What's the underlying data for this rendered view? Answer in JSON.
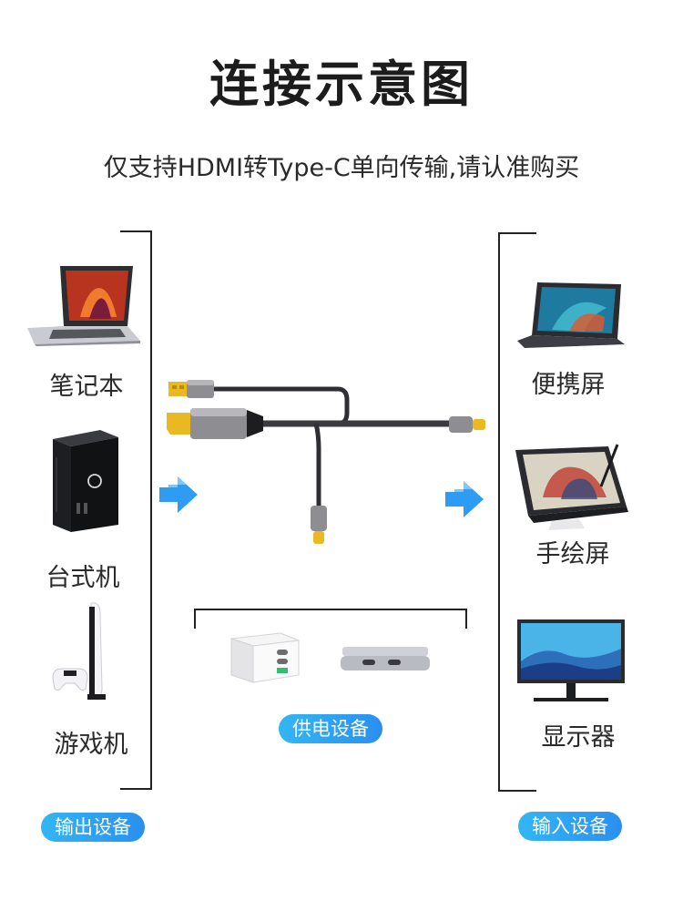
{
  "title": "连接示意图",
  "subtitle": "仅支持HDMI转Type-C单向传输,请认准购买",
  "left": {
    "items": [
      {
        "label": "笔记本",
        "icon": "laptop-icon"
      },
      {
        "label": "台式机",
        "icon": "desktop-tower-icon"
      },
      {
        "label": "游戏机",
        "icon": "game-console-icon"
      }
    ],
    "badge": "输出设备"
  },
  "right": {
    "items": [
      {
        "label": "便携屏",
        "icon": "tablet-monitor-icon"
      },
      {
        "label": "手绘屏",
        "icon": "drawing-display-icon"
      },
      {
        "label": "显示器",
        "icon": "monitor-icon"
      }
    ],
    "badge": "输入设备"
  },
  "power": {
    "badge": "供电设备",
    "items": [
      {
        "icon": "usb-charger-icon"
      },
      {
        "icon": "laptop-side-ports-icon"
      }
    ]
  },
  "colors": {
    "badge_start": "#33b6f3",
    "badge_end": "#2a8ff0",
    "arrow": "#2e9cf2",
    "connector_gold": "#e8b923",
    "connector_gray": "#8d8d92",
    "cable": "#2f2f33"
  }
}
